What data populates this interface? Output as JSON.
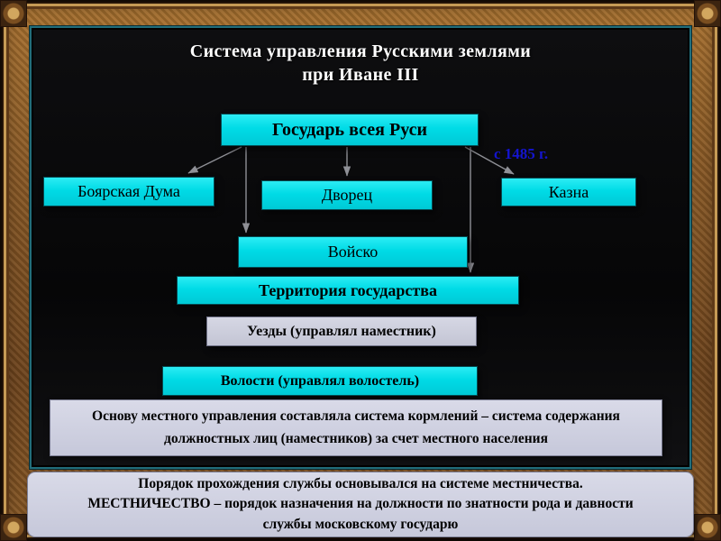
{
  "title": {
    "line1": "Система управления Русскими землями",
    "line2": "при Иване III"
  },
  "annotation": {
    "label": "с 1485 г."
  },
  "diagram": {
    "sovereign": "Государь всея Руси",
    "boyar_duma": "Боярская Дума",
    "dvorets": "Дворец",
    "kazna": "Казна",
    "voysko": "Войско",
    "territory": "Территория государства",
    "uezdy": "Уезды (управлял наместник)",
    "volosti": "Волости (управлял волостель)"
  },
  "notes": {
    "kormleniya": "Основу местного управления составляла система кормлений – система содержания должностных лиц (наместников) за счет местного населения",
    "mestnichestvo": "Порядок прохождения службы основывался на системе местничества. МЕСТНИЧЕСТВО – порядок назначения на должности по знатности рода и давности службы московскому государю"
  },
  "colors": {
    "box_cyan": "#00dbe6",
    "box_lavender": "#c9cada",
    "annotation_blue": "#1414cf",
    "frame_brown": "#8a5a26",
    "background_dark": "#0a0a0c",
    "panel_border_teal": "#226d7a",
    "title_text": "#ffffff"
  }
}
